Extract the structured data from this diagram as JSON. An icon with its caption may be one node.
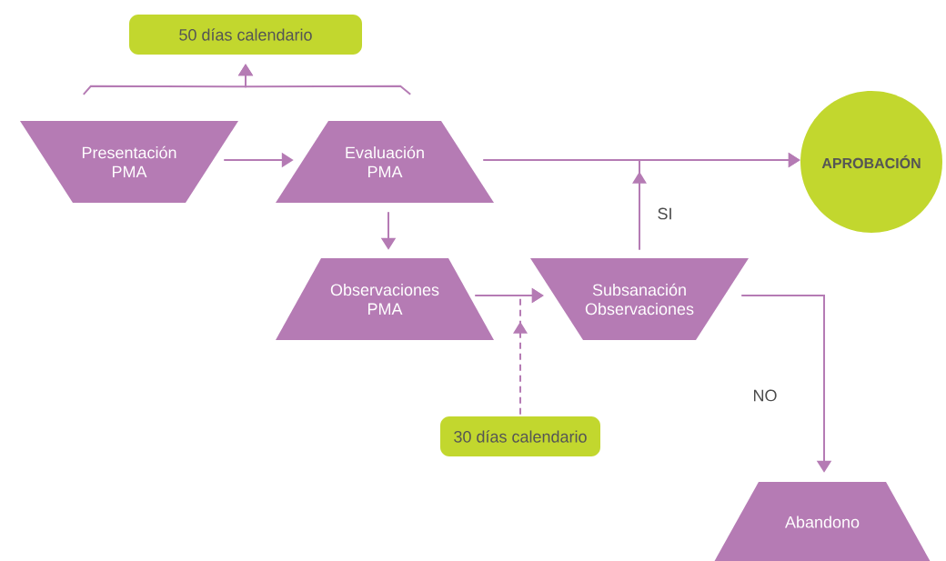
{
  "diagram": {
    "nodes": [
      {
        "text": [
          "50 días calendario"
        ]
      },
      {
        "text": [
          "Presentación PMA"
        ]
      },
      {
        "text": [
          "Evaluación PMA"
        ]
      },
      {
        "text": [
          "APROBACIÓN"
        ]
      },
      {
        "text": [
          "Observaciones PMA"
        ]
      },
      {
        "text": [
          "Subsanación Observaciones"
        ]
      },
      {
        "text": [
          "30 días calendario"
        ]
      },
      {
        "text": [
          "Abandono"
        ]
      }
    ],
    "edges": [
      {
        "from": 1,
        "to": 0,
        "arrow": "to"
      },
      {
        "from": 2,
        "to": 0,
        "arrow": "to"
      },
      {
        "from": 1,
        "to": 2,
        "arrow": "to"
      },
      {
        "from": 2,
        "to": 3,
        "arrow": "to"
      },
      {
        "from": 2,
        "to": 4,
        "arrow": "to"
      },
      {
        "from": 4,
        "to": 5,
        "arrow": "to"
      },
      {
        "from": 5,
        "to": 3,
        "arrow": "to",
        "label": "SI"
      },
      {
        "from": 6,
        "to": 5,
        "arrow": "to",
        "style": "dashed"
      },
      {
        "from": 5,
        "to": 7,
        "arrow": "to",
        "label": "NO"
      }
    ]
  }
}
